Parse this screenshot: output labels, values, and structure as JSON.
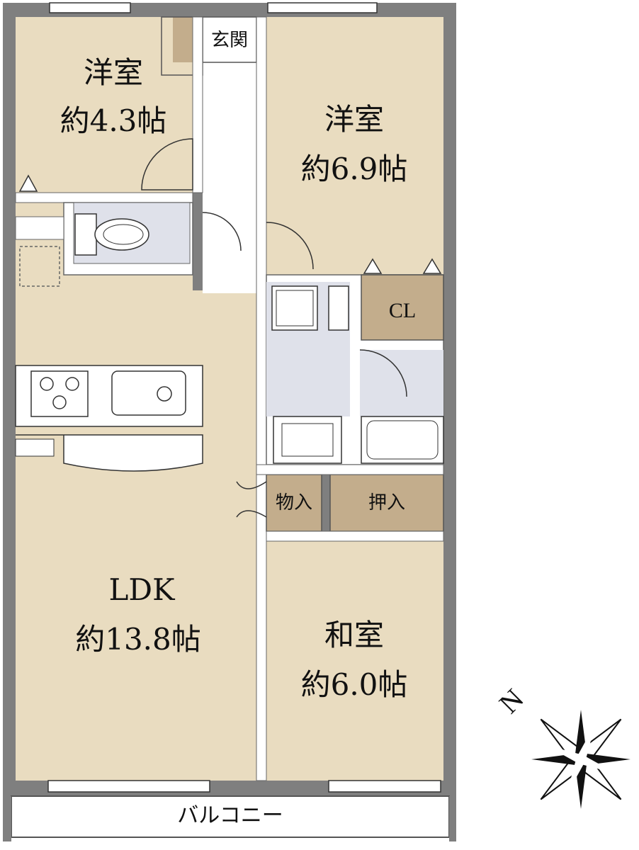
{
  "rooms": {
    "western_small": {
      "name": "洋室",
      "size": "約4.3帖"
    },
    "western_large": {
      "name": "洋室",
      "size": "約6.9帖"
    },
    "ldk": {
      "name": "LDK",
      "size": "約13.8帖"
    },
    "japanese": {
      "name": "和室",
      "size": "約6.0帖"
    }
  },
  "labels": {
    "entrance": "玄関",
    "closet": "CL",
    "storage": "物入",
    "oshiire": "押入",
    "balcony": "バルコニー"
  },
  "compass": {
    "letter": "N"
  },
  "colors": {
    "room_fill": "#e9dcc0",
    "closet_fill": "#c3ad8c",
    "wet_area_fill": "#dfe1ea",
    "wall": "#7f7f7f",
    "outline": "#333333"
  }
}
